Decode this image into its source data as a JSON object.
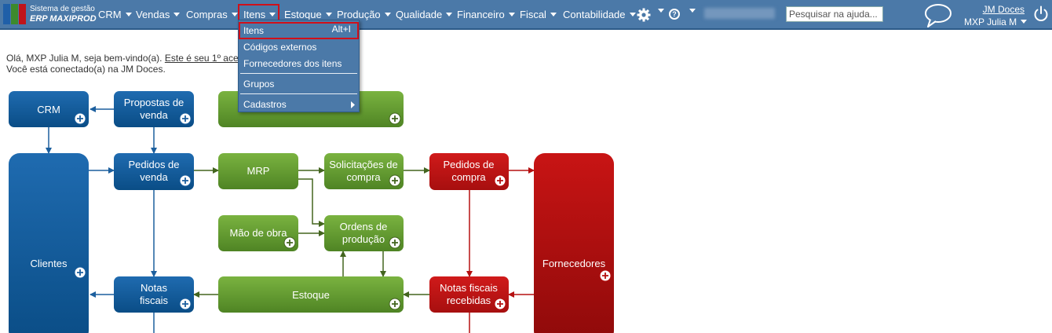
{
  "header": {
    "brand": {
      "line1": "Sistema de gestão",
      "line2": "ERP MAXIPROD"
    },
    "menu": [
      "CRM",
      "Vendas",
      "Compras",
      "Itens",
      "Estoque",
      "Produção",
      "Qualidade",
      "Financeiro",
      "Fiscal",
      "Contabilidade"
    ],
    "icons": {
      "settings": "gear-icon",
      "help": "help-icon",
      "chat": "chat-bubble-icon",
      "power": "power-icon"
    },
    "search_placeholder": "Pesquisar na ajuda...",
    "company_link": "JM Doces",
    "user_label": "MXP Julia M"
  },
  "dropdown": {
    "items": [
      {
        "label": "Itens",
        "shortcut": "Alt+I"
      },
      {
        "label": "Códigos externos"
      },
      {
        "label": "Fornecedores dos itens"
      },
      {
        "label": "Grupos"
      },
      {
        "label": "Cadastros"
      }
    ]
  },
  "welcome": {
    "line1_prefix": "Olá, MXP Julia M, seja bem-vindo(a).",
    "line1_link": "Este é seu 1º ace",
    "line2": "Você está conectado(a) na JM Doces."
  },
  "flow": {
    "crm": "CRM",
    "propostas": [
      "Propostas de",
      "venda"
    ],
    "pedidos_venda": [
      "Pedidos de",
      "venda"
    ],
    "clientes": "Clientes",
    "notas_fiscais": [
      "Notas",
      "fiscais"
    ],
    "mrp": "MRP",
    "mao_de_obra": "Mão de obra",
    "solicitacoes": [
      "Solicitações de",
      "compra"
    ],
    "ordens": [
      "Ordens de",
      "produção"
    ],
    "estoque": "Estoque",
    "pedidos_compra": [
      "Pedidos de",
      "compra"
    ],
    "nf_recebidas": [
      "Notas fiscais",
      "recebidas"
    ],
    "fornecedores": "Fornecedores"
  },
  "colors": {
    "blue": "#0a4d86",
    "green": "#4f8424",
    "red": "#a70f0f",
    "header": "#4b79a8"
  }
}
